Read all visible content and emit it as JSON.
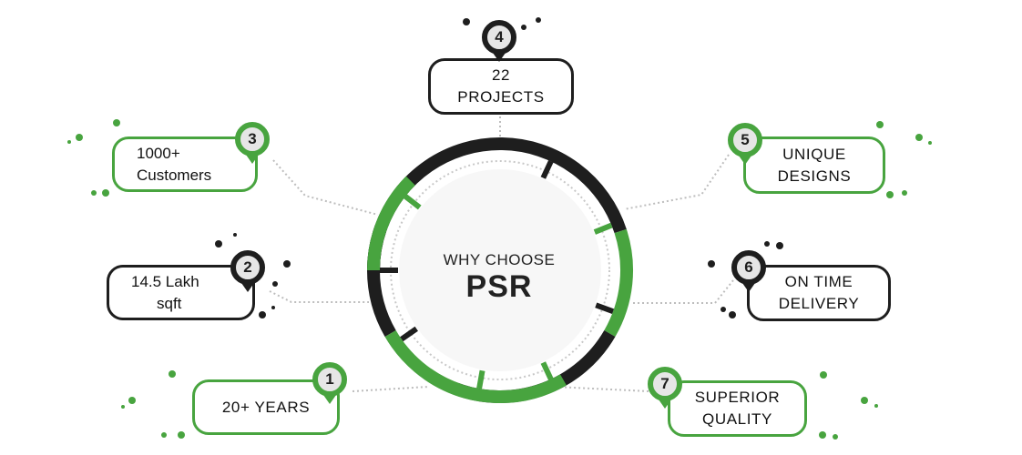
{
  "center": {
    "line1": "WHY CHOOSE",
    "line2": "PSR"
  },
  "colors": {
    "green": "#48a43f",
    "dark": "#1e1e1e",
    "connector": "#bdbdbd",
    "inner_disc": "#f7f7f7"
  },
  "features": [
    {
      "number": "1",
      "lines": [
        "20+ YEARS"
      ],
      "theme": "green"
    },
    {
      "number": "2",
      "lines": [
        "14.5 Lakh",
        "sqft"
      ],
      "theme": "dark"
    },
    {
      "number": "3",
      "lines": [
        "1000+",
        "Customers"
      ],
      "theme": "green"
    },
    {
      "number": "4",
      "lines": [
        "22",
        "PROJECTS"
      ],
      "theme": "dark"
    },
    {
      "number": "5",
      "lines": [
        "UNIQUE",
        "DESIGNS"
      ],
      "theme": "green"
    },
    {
      "number": "6",
      "lines": [
        "ON TIME",
        "DELIVERY"
      ],
      "theme": "dark"
    },
    {
      "number": "7",
      "lines": [
        "SUPERIOR",
        "QUALITY"
      ],
      "theme": "green"
    }
  ]
}
